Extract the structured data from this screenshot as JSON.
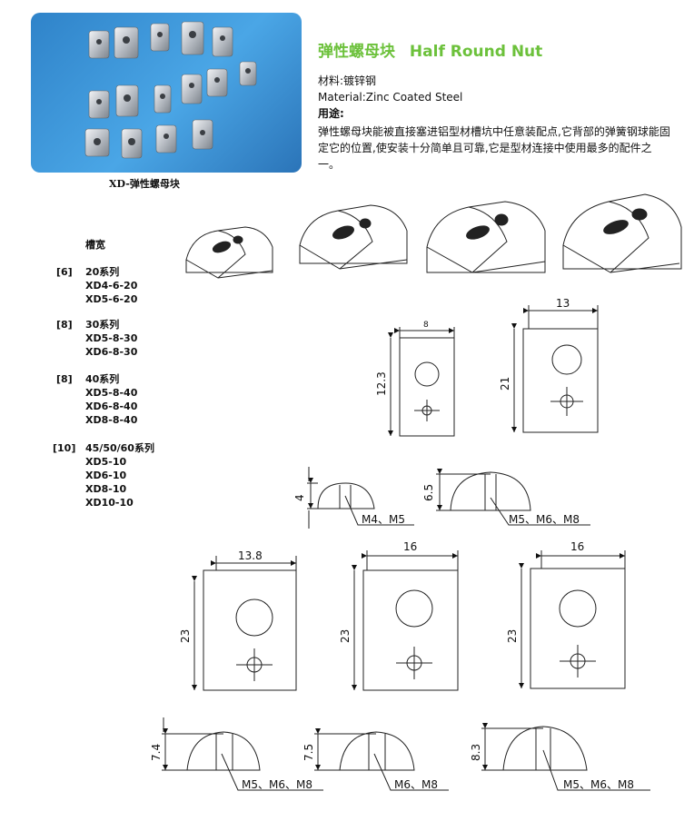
{
  "header": {
    "title_cn": "弹性螺母块",
    "title_en": "Half Round Nut",
    "photo_caption": "XD-弹性螺母块"
  },
  "specs": {
    "material_cn": "材料:镀锌钢",
    "material_en": "Material:Zinc Coated Steel",
    "usage_label": "用途:",
    "usage_text": "弹性螺母块能被直接塞进铝型材槽坑中任意装配点,它背部的弹簧钢球能固定它的位置,使安装十分简单且可靠,它是型材连接中使用最多的配件之一。"
  },
  "slot_list": {
    "heading": "槽宽",
    "groups": [
      {
        "code": "[6]",
        "series": "20系列",
        "items": [
          "XD4-6-20",
          "XD5-6-20"
        ]
      },
      {
        "code": "[8]",
        "series": "30系列",
        "items": [
          "XD5-8-30",
          "XD6-8-30"
        ]
      },
      {
        "code": "[8]",
        "series": "40系列",
        "items": [
          "XD5-8-40",
          "XD6-8-40",
          "XD8-8-40"
        ]
      },
      {
        "code": "[10]",
        "series": "45/50/60系列",
        "items": [
          "XD5-10",
          "XD6-10",
          "XD8-10",
          "XD10-10"
        ]
      }
    ]
  },
  "drawings": {
    "top_row": {
      "a": {
        "width": "8",
        "height": "12.3"
      },
      "b": {
        "width": "13",
        "height": "21"
      }
    },
    "side_row": {
      "a": {
        "height": "4",
        "threads": "M4、M5"
      },
      "b": {
        "height": "6.5",
        "threads": "M5、M6、M8"
      }
    },
    "mid_row": {
      "a": {
        "width": "13.8",
        "height": "23"
      },
      "b": {
        "width": "16",
        "height": "23"
      },
      "c": {
        "width": "16",
        "height": "23"
      }
    },
    "bottom_row": {
      "a": {
        "height": "7.4",
        "threads": "M5、M6、M8"
      },
      "b": {
        "height": "7.5",
        "threads": "M6、M8"
      },
      "c": {
        "height": "8.3",
        "threads": "M5、M6、M8"
      }
    }
  }
}
